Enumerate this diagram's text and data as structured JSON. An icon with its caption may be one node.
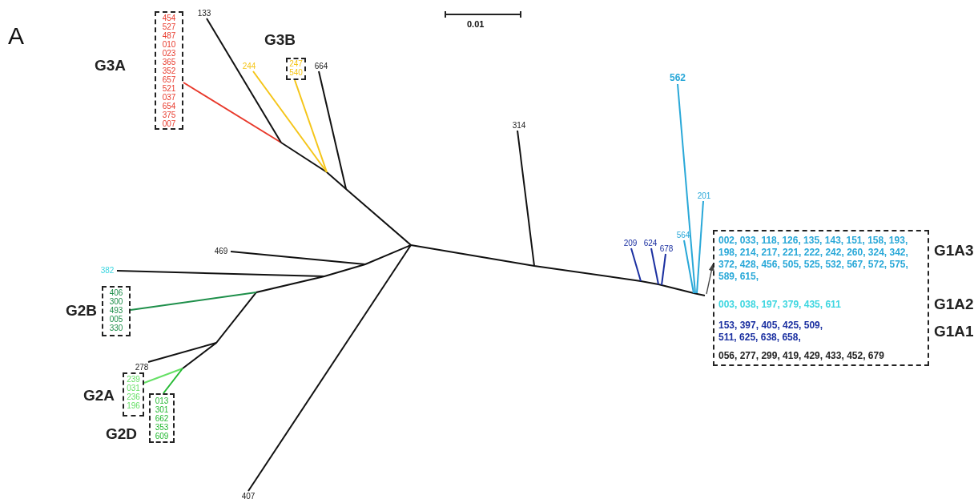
{
  "diagram": {
    "nodes": [
      {
        "text": [
          "G3A",
          "454 527 487 010 023 365 352 657 521 037 654 375 007"
        ]
      },
      {
        "text": [
          "133"
        ]
      },
      {
        "text": [
          "G3B",
          "247 540"
        ]
      },
      {
        "text": [
          "244"
        ]
      },
      {
        "text": [
          "664"
        ]
      },
      {
        "text": [
          "562"
        ]
      },
      {
        "text": [
          "314"
        ]
      },
      {
        "text": [
          "201"
        ]
      },
      {
        "text": [
          "564"
        ]
      },
      {
        "text": [
          "209"
        ]
      },
      {
        "text": [
          "624"
        ]
      },
      {
        "text": [
          "678"
        ]
      },
      {
        "text": [
          "469"
        ]
      },
      {
        "text": [
          "382"
        ]
      },
      {
        "text": [
          "002, 033, 118, 126, 135, 143, 151, 158, 193, 198, 214, 217, 221, 222, 242, 260, 324, 342, 372, 428, 456, 505, 525, 532, 567, 572, 575, 589, 615,",
          "G1A3",
          "003, 038, 197, 379, 435, 611",
          "G1A2",
          "153, 397, 405, 425, 509, 511, 625, 638, 658,",
          "G1A1",
          "056, 277, 299, 419, 429, 433, 452, 679"
        ]
      },
      {
        "text": [
          "G2B",
          "406 300 493 005 330"
        ]
      },
      {
        "text": [
          "278"
        ]
      },
      {
        "text": [
          "G2A",
          "239 031 236 196"
        ]
      },
      {
        "text": [
          "G2D",
          "013 301 662 353 609"
        ]
      },
      {
        "text": [
          "407"
        ]
      }
    ],
    "edges": [
      {
        "from": null,
        "to": 0,
        "arrow": "none",
        "color": "#e8392b"
      },
      {
        "from": null,
        "to": 1,
        "arrow": "none"
      },
      {
        "from": null,
        "to": 3,
        "arrow": "none",
        "color": "#f5c518"
      },
      {
        "from": null,
        "to": 2,
        "arrow": "none",
        "color": "#f5c518"
      },
      {
        "from": null,
        "to": 4,
        "arrow": "none"
      },
      {
        "from": null,
        "to": 5,
        "arrow": "none",
        "color": "#29a8d8"
      },
      {
        "from": null,
        "to": 6,
        "arrow": "none"
      },
      {
        "from": null,
        "to": 7,
        "arrow": "none",
        "color": "#29a8d8"
      },
      {
        "from": null,
        "to": 8,
        "arrow": "none",
        "color": "#29a8d8"
      },
      {
        "from": null,
        "to": 9,
        "arrow": "none",
        "color": "#1a2fa0"
      },
      {
        "from": null,
        "to": 10,
        "arrow": "none",
        "color": "#1a2fa0"
      },
      {
        "from": null,
        "to": 11,
        "arrow": "none",
        "color": "#1a2fa0"
      },
      {
        "from": null,
        "to": 12,
        "arrow": "none"
      },
      {
        "from": null,
        "to": 13,
        "arrow": "none"
      },
      {
        "from": null,
        "to": 14,
        "arrow": "to",
        "color": "#444444"
      },
      {
        "from": null,
        "to": 15,
        "arrow": "none",
        "color": "#1e8f4a"
      },
      {
        "from": null,
        "to": 16,
        "arrow": "none"
      },
      {
        "from": null,
        "to": 17,
        "arrow": "none",
        "color": "#66e066"
      },
      {
        "from": null,
        "to": 18,
        "arrow": "none",
        "color": "#22b830"
      },
      {
        "from": null,
        "to": 19,
        "arrow": "none"
      }
    ],
    "labels": [
      "A",
      "0.01"
    ]
  }
}
